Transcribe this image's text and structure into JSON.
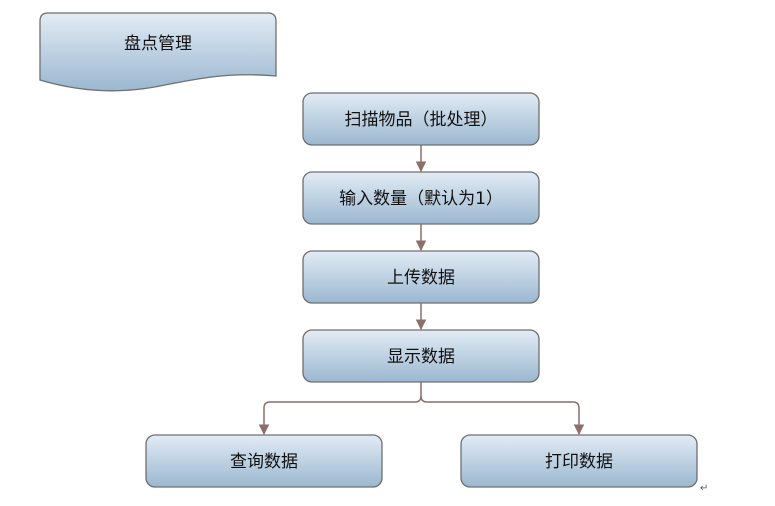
{
  "title_shape": {
    "label": "盘点管理"
  },
  "steps": [
    {
      "id": "scan",
      "label": "扫描物品（批处理）"
    },
    {
      "id": "quantity",
      "label": "输入数量（默认为1）"
    },
    {
      "id": "upload",
      "label": "上传数据"
    },
    {
      "id": "display",
      "label": "显示数据"
    }
  ],
  "branches": [
    {
      "id": "query",
      "label": "查询数据"
    },
    {
      "id": "print",
      "label": "打印数据"
    }
  ],
  "paragraph_mark": "↵",
  "colors": {
    "box_fill_top": "#e2ecf5",
    "box_fill_bottom": "#9bb7d0",
    "box_stroke": "#6f6f6f",
    "connector": "#8c6f6a"
  }
}
